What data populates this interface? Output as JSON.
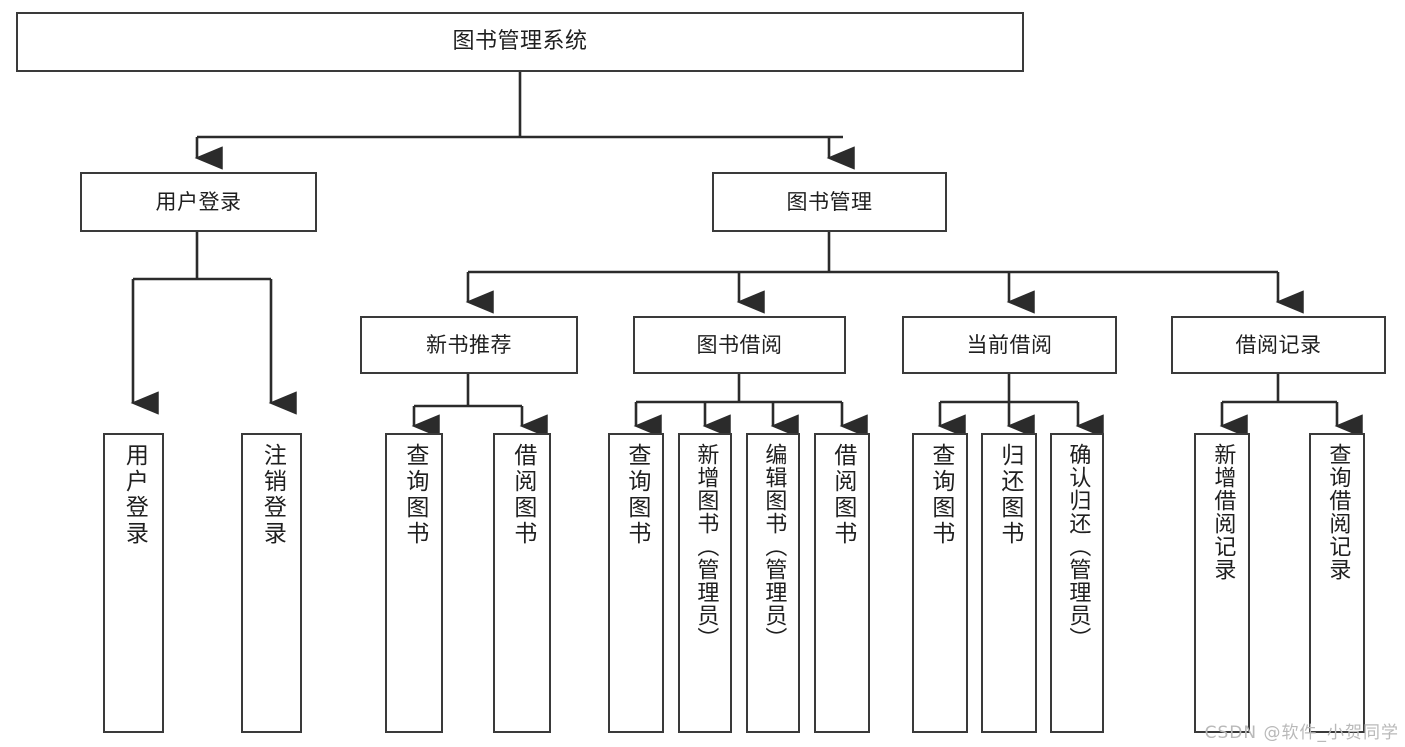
{
  "diagram": {
    "type": "tree",
    "title": "图书管理系统",
    "watermark": "CSDN @软件_小贺同学",
    "colors": {
      "box_border": "#3a3a3a",
      "box_fill": "#ffffff",
      "connector": "#2b2b2b",
      "text": "#1f1f1f",
      "watermark": "#b9b9b9",
      "background": "#ffffff"
    },
    "nodes": {
      "root": {
        "label": "图书管理系统"
      },
      "level2": [
        {
          "id": "user-login",
          "label": "用户登录"
        },
        {
          "id": "book-manage",
          "label": "图书管理"
        }
      ],
      "level3": [
        {
          "id": "new-book-recommend",
          "label": "新书推荐"
        },
        {
          "id": "book-borrow",
          "label": "图书借阅"
        },
        {
          "id": "current-borrow",
          "label": "当前借阅"
        },
        {
          "id": "borrow-record",
          "label": "借阅记录"
        }
      ],
      "leaves": [
        {
          "id": "leaf-user-login",
          "label": "用户登录",
          "parent": "user-login"
        },
        {
          "id": "leaf-user-logout",
          "label": "注销登录",
          "parent": "user-login"
        },
        {
          "id": "leaf-query-book-1",
          "label": "查询图书",
          "parent": "new-book-recommend"
        },
        {
          "id": "leaf-borrow-book-1",
          "label": "借阅图书",
          "parent": "new-book-recommend"
        },
        {
          "id": "leaf-query-book-2",
          "label": "查询图书",
          "parent": "book-borrow"
        },
        {
          "id": "leaf-add-book",
          "label": "新增图书（管理员）",
          "parent": "book-borrow"
        },
        {
          "id": "leaf-edit-book",
          "label": "编辑图书（管理员）",
          "parent": "book-borrow"
        },
        {
          "id": "leaf-borrow-book-2",
          "label": "借阅图书",
          "parent": "book-borrow"
        },
        {
          "id": "leaf-query-book-3",
          "label": "查询图书",
          "parent": "current-borrow"
        },
        {
          "id": "leaf-return-book",
          "label": "归还图书",
          "parent": "current-borrow"
        },
        {
          "id": "leaf-confirm-return",
          "label": "确认归还（管理员）",
          "parent": "current-borrow"
        },
        {
          "id": "leaf-add-record",
          "label": "新增借阅记录",
          "parent": "borrow-record"
        },
        {
          "id": "leaf-query-record",
          "label": "查询借阅记录",
          "parent": "borrow-record"
        }
      ]
    }
  }
}
